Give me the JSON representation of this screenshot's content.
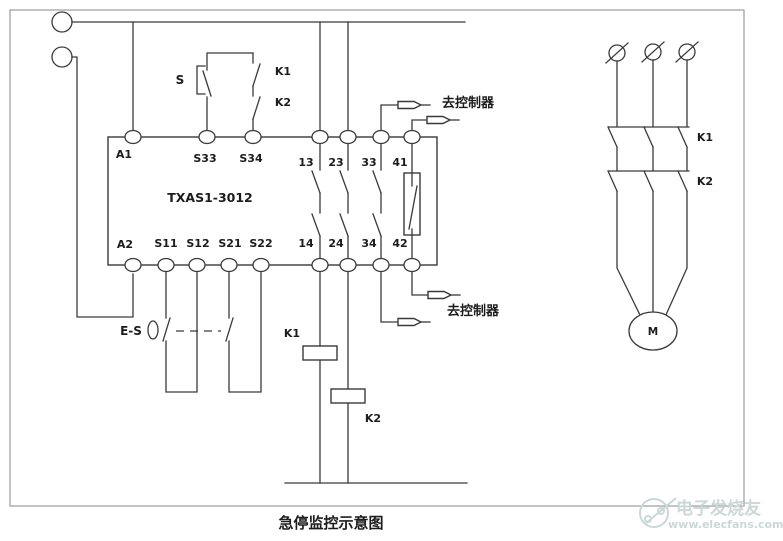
{
  "diagram_title": "急停监控示意图",
  "colors": {
    "line": "#3a3a3a",
    "text": "#1c1c1c",
    "watermark": "#ccd7d7",
    "background": "#ffffff"
  },
  "relay_block": {
    "model": "TXAS1-3012",
    "top_terminals": [
      "A1",
      "S33",
      "S34",
      "13",
      "23",
      "33",
      "41"
    ],
    "bottom_terminals": [
      "A2",
      "S11",
      "S12",
      "S21",
      "S22",
      "14",
      "24",
      "34",
      "42"
    ]
  },
  "control_labels": {
    "start_button": "S",
    "feedback_contact_k1": "K1",
    "feedback_contact_k2": "K2",
    "to_controller_top": "去控制器",
    "to_controller_bottom": "去控制器",
    "emergency_stop": "E-S",
    "coil_k1": "K1",
    "coil_k2": "K2"
  },
  "power_circuit": {
    "contactor_k1": "K1",
    "contactor_k2": "K2",
    "motor": "M"
  },
  "watermark": {
    "brand": "电子发烧友",
    "site": "www.elecfans.com"
  }
}
